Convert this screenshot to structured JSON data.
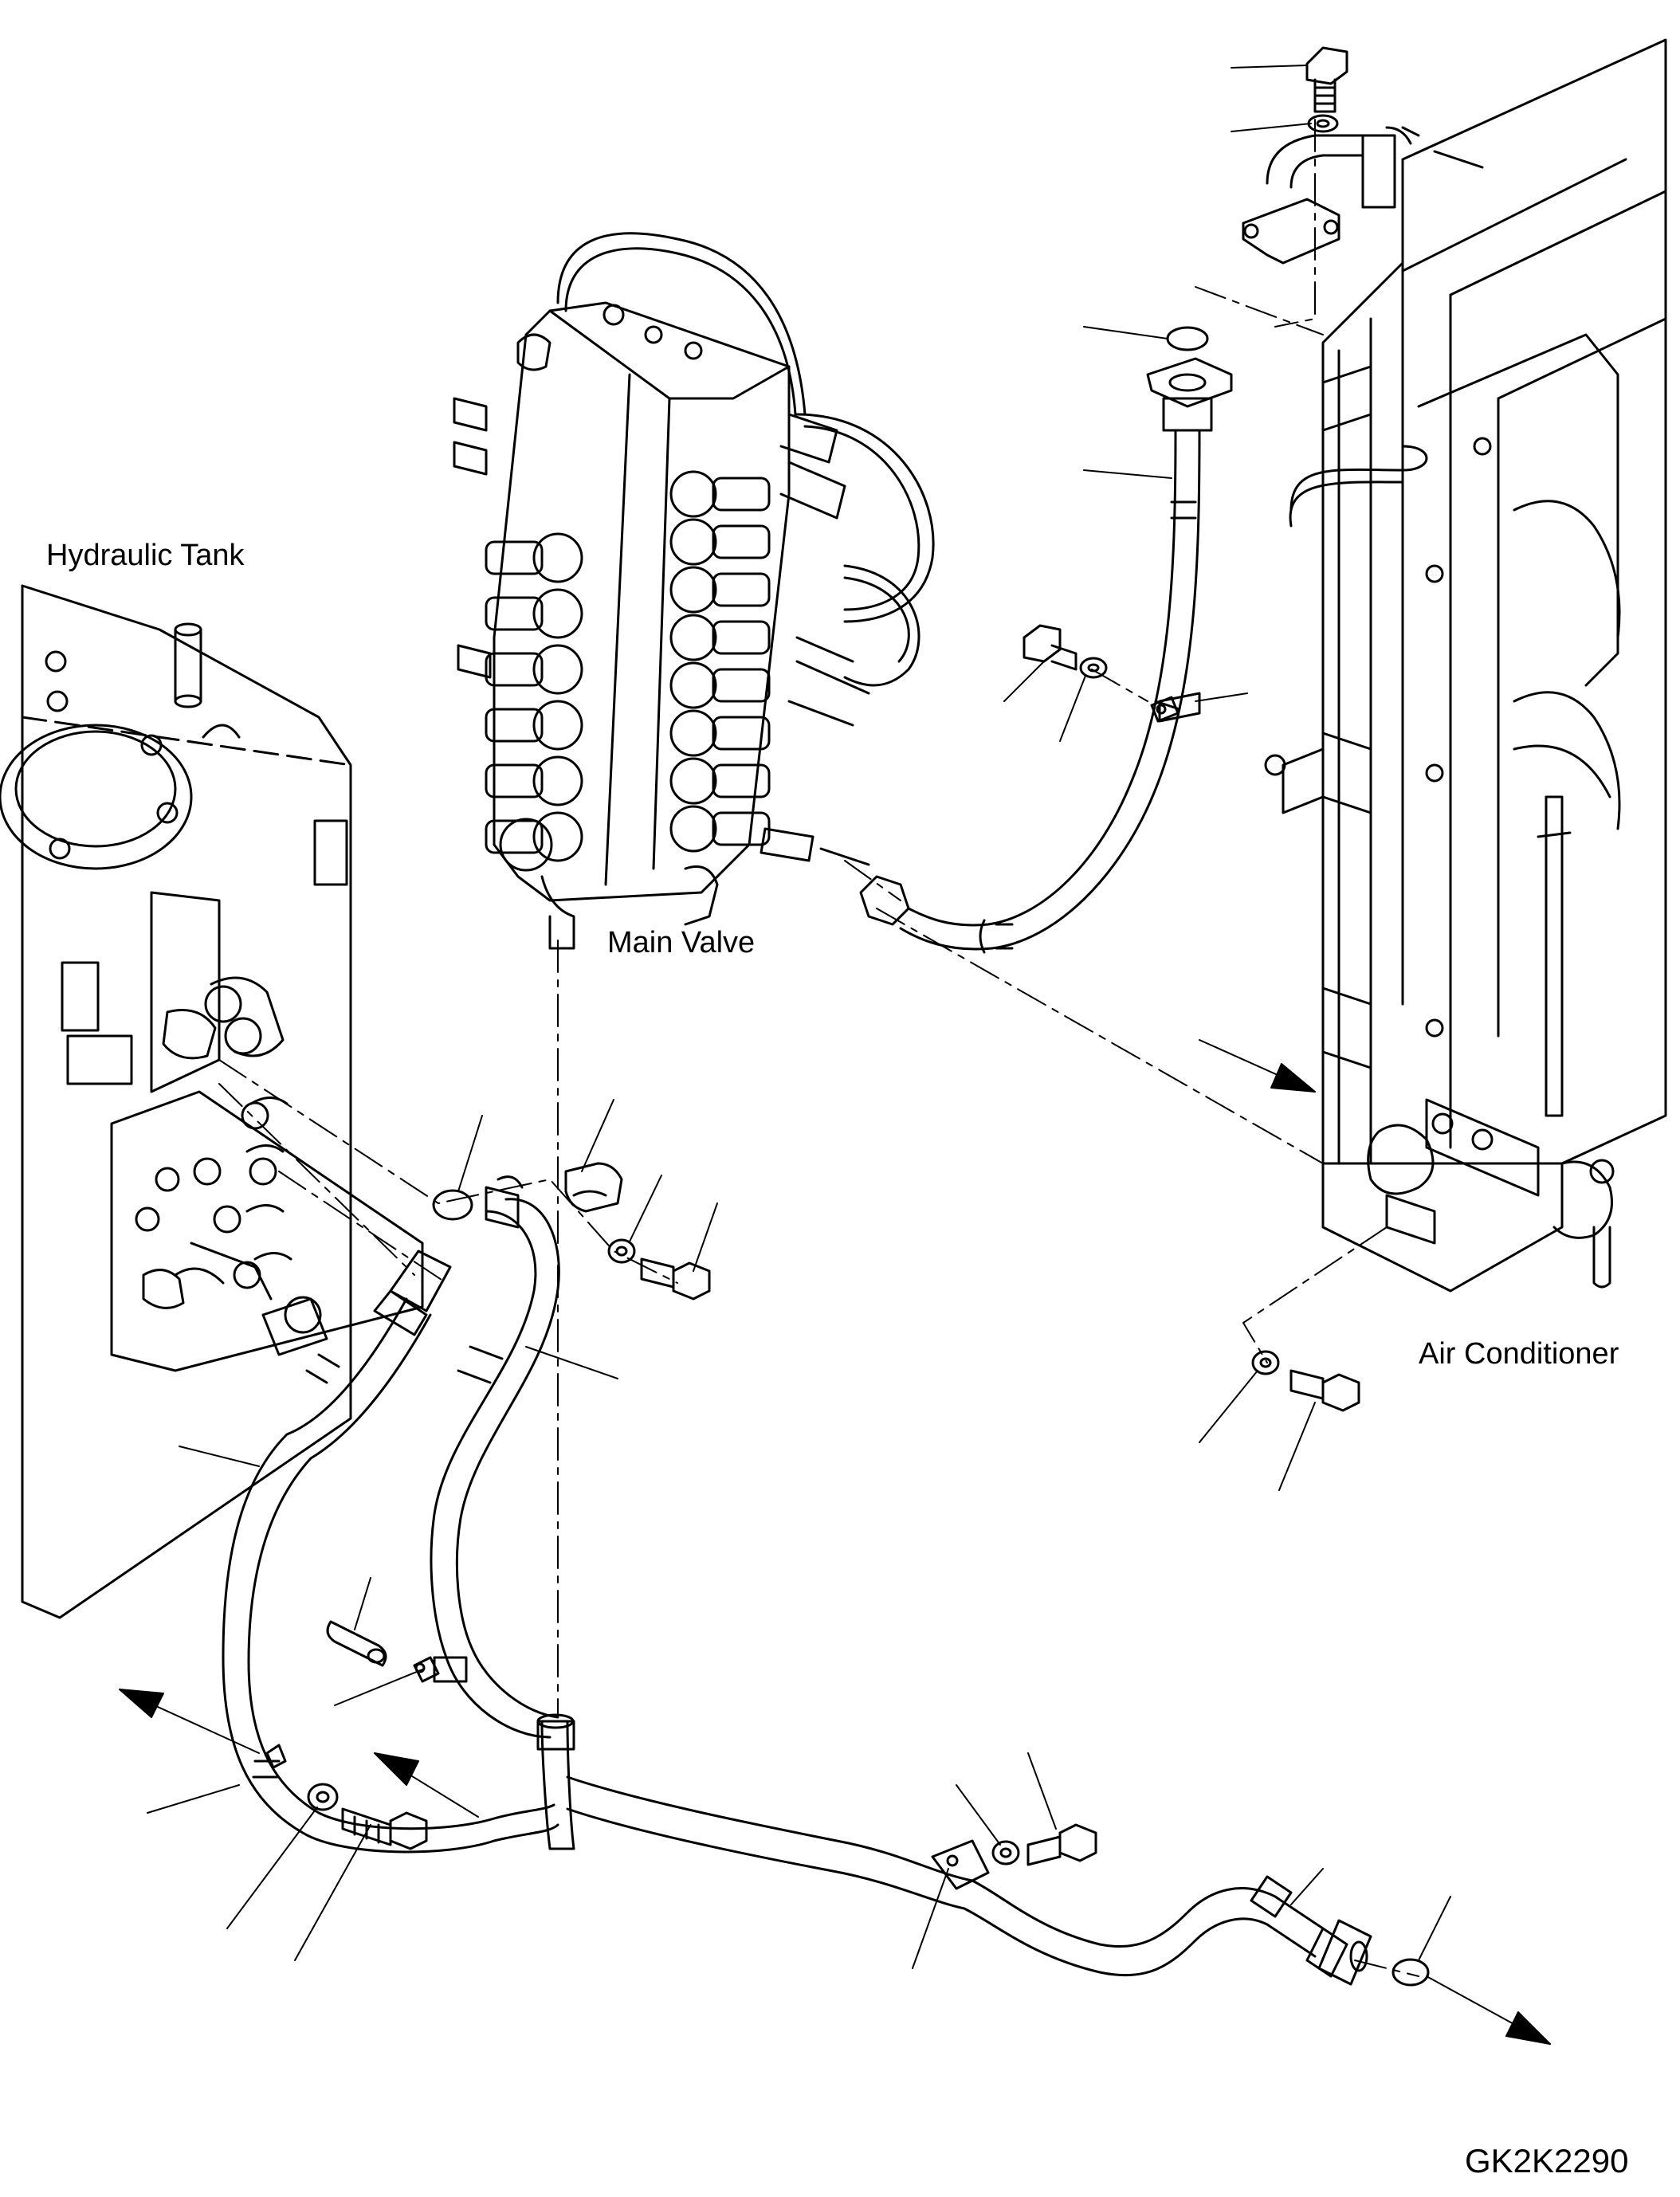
{
  "labels": {
    "hydraulic_tank": "Hydraulic Tank",
    "main_valve": "Main Valve",
    "air_conditioner": "Air Conditioner"
  },
  "drawing_code": "GK2K2290"
}
